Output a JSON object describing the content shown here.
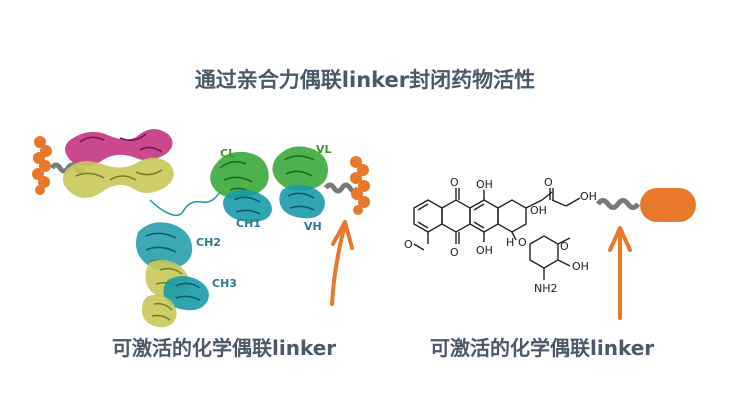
{
  "title": "通过亲合力偶联linker封闭药物活性",
  "left_caption": "可激活的化学偶联linker",
  "right_caption": "可激活的化学偶联linker",
  "domain_labels": {
    "cl": "CL",
    "vl": "VL",
    "ch1": "CH1",
    "vh": "VH",
    "ch2": "CH2",
    "ch3": "CH3"
  },
  "chem_labels": {
    "oh1": "OH",
    "oh2": "OH",
    "oh3": "OH",
    "oh4": "OH",
    "oh5": "OH",
    "o1": "O",
    "o2": "O",
    "o3": "O",
    "o4": "O",
    "o5": "O",
    "h": "H",
    "nh2": "NH2",
    "ome": "O"
  },
  "colors": {
    "orange": "#e8782a",
    "magenta": "#c0287a",
    "olive": "#c8c85a",
    "green": "#3aaa3a",
    "teal": "#1a9aa8",
    "linker_gray": "#888888",
    "text": "#4a5a6a"
  }
}
